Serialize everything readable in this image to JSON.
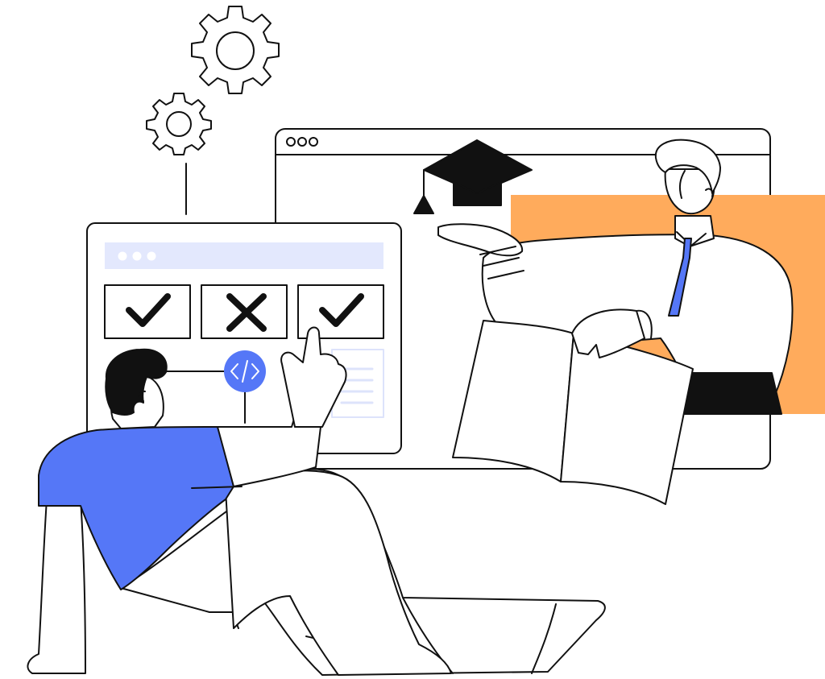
{
  "illustration": {
    "theme": "online education / coding course",
    "colors": {
      "accent_blue": "#5577f7",
      "accent_orange": "#ffab5c",
      "panel_lavender": "#e3e8fd",
      "line_light": "#dde3fb",
      "ink": "#111111",
      "background": "#ffffff"
    },
    "icons": [
      "gear-icon",
      "graduation-cap-icon",
      "check-icon",
      "cross-icon",
      "code-icon",
      "window-dots-icon"
    ],
    "quiz_panel": {
      "answers": [
        "check",
        "cross",
        "check"
      ]
    }
  }
}
